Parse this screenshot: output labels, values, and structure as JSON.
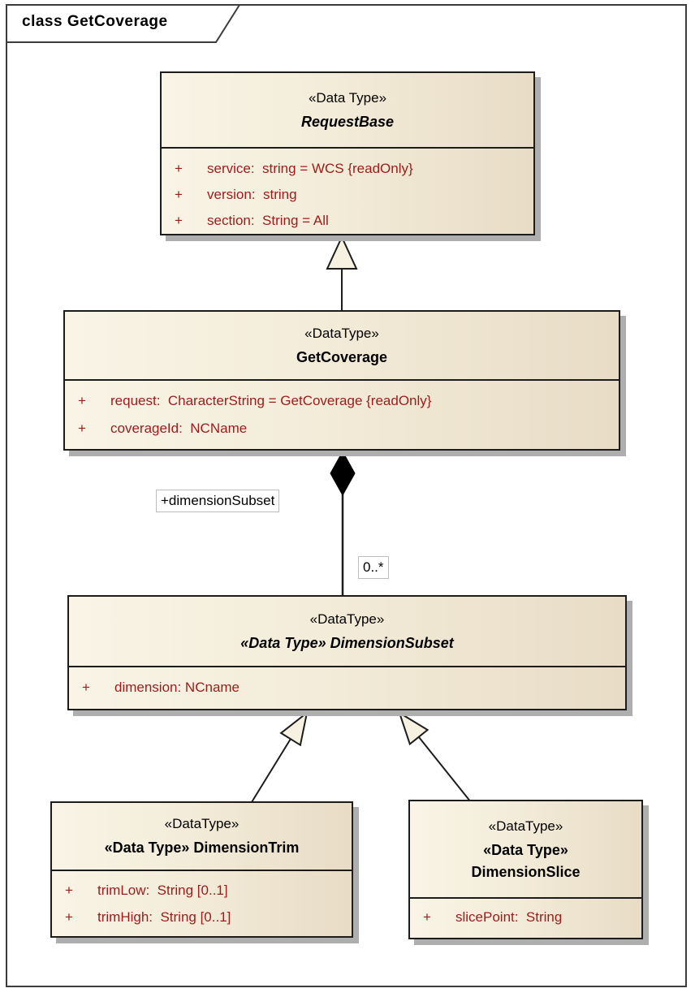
{
  "frame": {
    "title": "class GetCoverage"
  },
  "colors": {
    "box_fill_left": "#f9f4e6",
    "box_fill_right": "#e8dcc6",
    "box_border": "#1c1c1c",
    "attribute_text": "#9a1c1c",
    "shadow": "#aeaeae",
    "frame_border": "#3c3c3c"
  },
  "classes": [
    {
      "key": "RequestBase",
      "stereotype": "«Data Type»",
      "name": "RequestBase",
      "abstract": true,
      "attributes": [
        {
          "vis": "+",
          "text": "service:  string = WCS {readOnly}"
        },
        {
          "vis": "+",
          "text": "version:  string"
        },
        {
          "vis": "+",
          "text": "section:  String = All"
        }
      ]
    },
    {
      "key": "GetCoverage",
      "stereotype": "«DataType»",
      "name": "GetCoverage",
      "abstract": false,
      "attributes": [
        {
          "vis": "+",
          "text": "request:  CharacterString = GetCoverage {readOnly}"
        },
        {
          "vis": "+",
          "text": "coverageId:  NCName"
        }
      ]
    },
    {
      "key": "DimensionSubset",
      "stereotype": "«DataType»",
      "name": "«Data Type» DimensionSubset",
      "abstract": true,
      "attributes": [
        {
          "vis": "+",
          "text": "dimension: NCname"
        }
      ]
    },
    {
      "key": "DimensionTrim",
      "stereotype": "«DataType»",
      "name": "«Data Type» DimensionTrim",
      "abstract": false,
      "attributes": [
        {
          "vis": "+",
          "text": "trimLow:  String [0..1]"
        },
        {
          "vis": "+",
          "text": "trimHigh:  String [0..1]"
        }
      ]
    },
    {
      "key": "DimensionSlice",
      "stereotype": "«DataType»",
      "name": "«Data Type»",
      "name2": "DimensionSlice",
      "abstract": false,
      "attributes": [
        {
          "vis": "+",
          "text": "slicePoint:  String"
        }
      ]
    }
  ],
  "connectors": {
    "generalizations": [
      {
        "from": "GetCoverage",
        "to": "RequestBase"
      },
      {
        "from": "DimensionTrim",
        "to": "DimensionSubset"
      },
      {
        "from": "DimensionSlice",
        "to": "DimensionSubset"
      }
    ],
    "composition": {
      "from": "GetCoverage",
      "to": "DimensionSubset",
      "role_label": "+dimensionSubset",
      "multiplicity": "0..*"
    }
  }
}
